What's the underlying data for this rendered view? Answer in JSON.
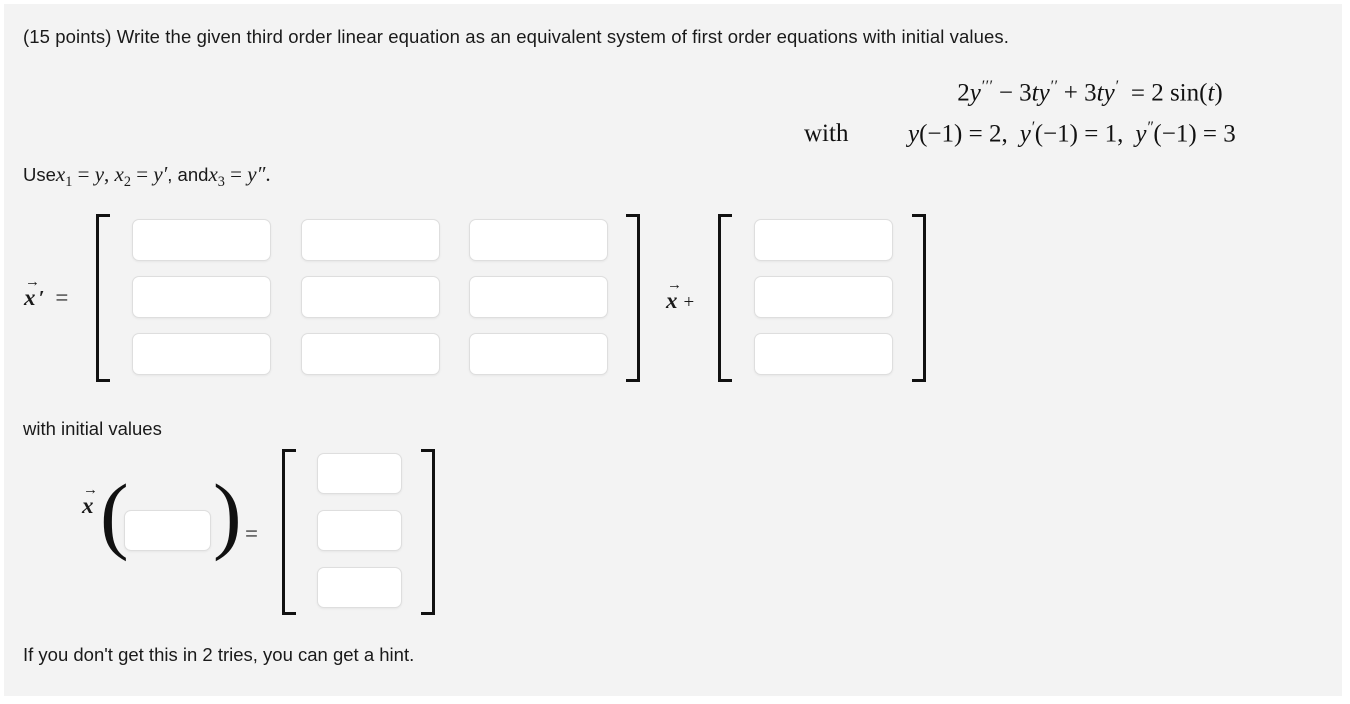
{
  "problem": {
    "prompt": "(15 points) Write the given third order linear equation as an equivalent system of first order equations with initial values.",
    "equation_plain": "2y''' − 3ty'' + 3ty' = 2 sin(t)",
    "equation_parts": {
      "coef_y3": "2",
      "y3": "y",
      "y3_primes": "′′′",
      "minus": "−",
      "coef_y2": "3",
      "t2": "t",
      "y2": "y",
      "y2_primes": "′′",
      "plus": "+",
      "coef_y1": "3",
      "t1": "t",
      "y1": "y",
      "y1_primes": "′",
      "equals": "=",
      "rhs_coef": "2",
      "rhs_fn": "sin(",
      "rhs_var": "t",
      "rhs_close": ")"
    },
    "with_label": "with",
    "initial_conditions_plain": "y(−1) = 2,  y′(−1) = 1,  y″(−1) = 3",
    "initial_conditions": [
      {
        "fn": "y",
        "primes": "",
        "arg": "(−1)",
        "equals": "=",
        "value": "2",
        "sep": ","
      },
      {
        "fn": "y",
        "primes": "′",
        "arg": "(−1)",
        "equals": "=",
        "value": "1",
        "sep": ","
      },
      {
        "fn": "y",
        "primes": "″",
        "arg": "(−1)",
        "equals": "=",
        "value": "3",
        "sep": ""
      }
    ],
    "substitution_plain": "Use x1 = y, x2 = y′, and x3 = y″.",
    "substitution": {
      "use": "Use ",
      "x": "x",
      "s1": "1",
      "eq1": " = ",
      "v1": "y",
      "comma1": ", ",
      "s2": "2",
      "eq2": " = ",
      "v2": "y′",
      "comma2": ", and ",
      "s3": "3",
      "eq3": " = ",
      "v3": "y″",
      "period": "."
    }
  },
  "answer_area": {
    "system_label": {
      "vector": "x",
      "arrow": "→",
      "prime": "′",
      "equals": "="
    },
    "coefficient_matrix": {
      "name": "coefficient-matrix",
      "rows": 3,
      "cols": 3,
      "values": [
        [
          "",
          "",
          ""
        ],
        [
          "",
          "",
          ""
        ],
        [
          "",
          "",
          ""
        ]
      ],
      "placeholder": ""
    },
    "times_vector_label": {
      "vector": "x",
      "arrow": "→",
      "plus": "+"
    },
    "forcing_vector": {
      "name": "forcing-vector",
      "rows": 3,
      "values": [
        "",
        "",
        ""
      ],
      "placeholder": ""
    },
    "initial_values_label": "with initial values",
    "initial_condition_row": {
      "vector": "x",
      "arrow": "→",
      "open_paren": "(",
      "close_paren": ")",
      "equals": "=",
      "argument_value": "",
      "argument_placeholder": ""
    },
    "initial_vector": {
      "name": "initial-value-vector",
      "rows": 3,
      "values": [
        "",
        "",
        ""
      ],
      "placeholder": ""
    }
  },
  "footer": {
    "hint_text": "If you don't get this in 2 tries, you can get a hint."
  },
  "colors": {
    "page_background": "#f3f3f3",
    "outer_background": "#ffffff",
    "text": "#1a1a1a",
    "input_background": "#ffffff",
    "input_border": "#dedede",
    "bracket": "#111111"
  }
}
